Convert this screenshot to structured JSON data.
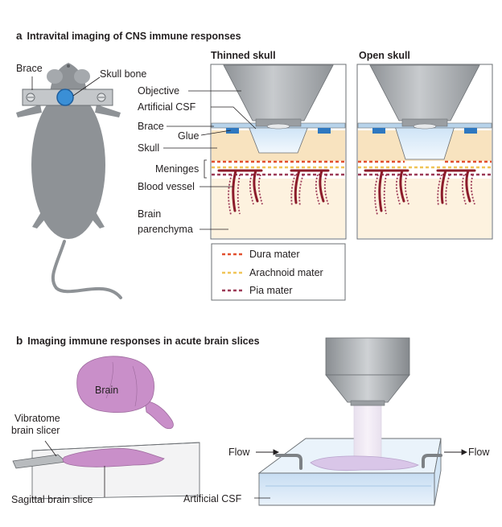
{
  "panel_a": {
    "letter": "a",
    "title": "Intravital imaging of CNS immune responses",
    "thinned_title": "Thinned skull",
    "open_title": "Open skull",
    "labels": {
      "brace_mouse": "Brace",
      "skull_bone": "Skull bone",
      "objective": "Objective",
      "artificial_csf": "Artificial CSF",
      "brace": "Brace",
      "glue": "Glue",
      "skull": "Skull",
      "meninges": "Meninges",
      "blood_vessel": "Blood vessel",
      "brain_parenchyma": [
        "Brain",
        "parenchyma"
      ]
    },
    "legend": [
      {
        "label": "Dura mater",
        "color": "#e2502f"
      },
      {
        "label": "Arachnoid mater",
        "color": "#f0c457"
      },
      {
        "label": "Pia mater",
        "color": "#9c3a57"
      }
    ]
  },
  "panel_b": {
    "letter": "b",
    "title": "Imaging immune responses in acute brain slices",
    "labels": {
      "brain": "Brain",
      "vibratome": [
        "Vibratome",
        "brain slicer"
      ],
      "sagittal": "Sagittal brain slice",
      "flow_in": "Flow",
      "flow_out": "Flow",
      "artificial_csf": "Artificial CSF"
    }
  },
  "colors": {
    "mouse": "#8e9296",
    "objective": "#a9adb1",
    "brace": "#b7d3ea",
    "glue": "#2e78c0",
    "skull_fill": "#f8e3bf",
    "parenchyma": "#fdf2df",
    "brain_pink": "#c98fc9",
    "vessel": "#8c1c2b",
    "csf_blue": "#d7e8f7"
  }
}
